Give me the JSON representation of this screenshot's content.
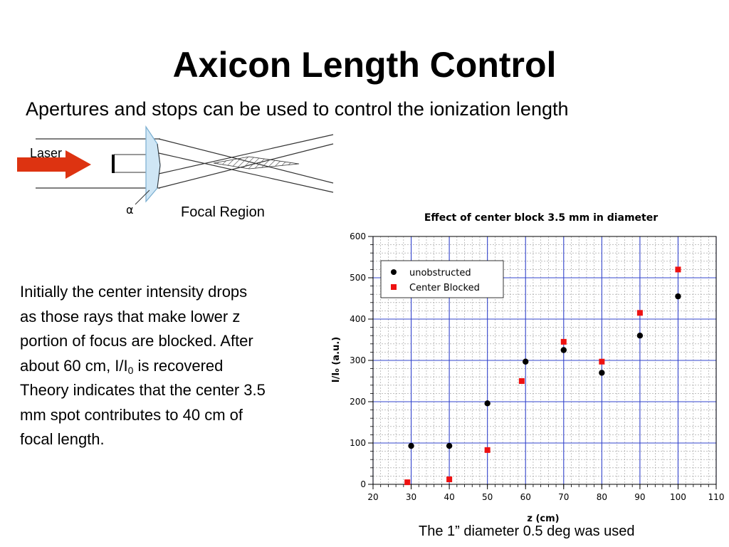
{
  "slide": {
    "title": "Axicon Length Control",
    "subtitle": "Apertures and stops can be used to control the ionization length",
    "body_lines": [
      "Initially the center intensity drops",
      "as those rays that make lower z",
      "portion of focus are blocked. After",
      "Theory indicates that the center 3.5",
      "mm spot contributes to 40 cm of",
      "focal length."
    ],
    "recovered_line": {
      "before": "about 60 cm, I/I",
      "subscript": "0",
      "after": " is recovered"
    },
    "caption": "The 1” diameter 0.5 deg was used"
  },
  "diagram": {
    "laser_label": "Laser",
    "alpha_label": "α",
    "focal_label": "Focal Region",
    "colors": {
      "arrow": "#dd3311",
      "lens": "#cfe6f5",
      "lens_edge": "#7aaed0"
    }
  },
  "chart_data": {
    "type": "scatter",
    "title": "Effect of center block 3.5 mm in diameter",
    "xlabel": "z (cm)",
    "ylabel": "I/I₀ (a.u.)",
    "xlim": [
      20,
      110
    ],
    "ylim": [
      0,
      600
    ],
    "xticks": [
      20,
      30,
      40,
      50,
      60,
      70,
      80,
      90,
      100,
      110
    ],
    "yticks": [
      0,
      100,
      200,
      300,
      400,
      500,
      600
    ],
    "grid": true,
    "legend_position": "top-left",
    "series": [
      {
        "name": "unobstructed",
        "marker": "circle",
        "color": "#000000",
        "x": [
          30,
          40,
          50,
          60,
          70,
          80,
          90,
          100
        ],
        "y": [
          93,
          93,
          196,
          297,
          325,
          270,
          360,
          455
        ]
      },
      {
        "name": "Center Blocked",
        "marker": "square",
        "color": "#ee1111",
        "x": [
          29,
          40,
          50,
          59,
          70,
          80,
          90,
          100
        ],
        "y": [
          5,
          12,
          83,
          250,
          345,
          297,
          415,
          520
        ]
      }
    ]
  }
}
